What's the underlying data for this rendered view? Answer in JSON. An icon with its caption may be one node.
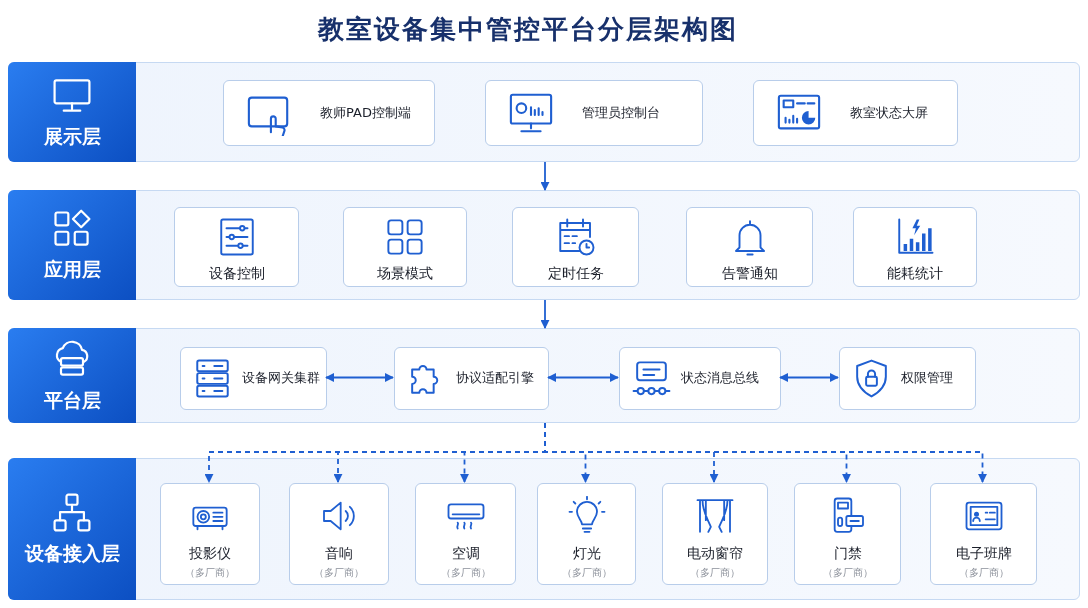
{
  "diagram": {
    "title": "教室设备集中管控平台分层架构图",
    "nodes": [
      {
        "text": [
          "展示层"
        ]
      },
      {
        "text": [
          "教师PAD控制端"
        ],
        "in": 0
      },
      {
        "text": [
          "管理员控制台"
        ],
        "in": 0
      },
      {
        "text": [
          "教室状态大屏"
        ],
        "in": 0
      },
      {
        "text": [
          "应用层"
        ]
      },
      {
        "text": [
          "设备控制"
        ],
        "in": 4
      },
      {
        "text": [
          "场景模式"
        ],
        "in": 4
      },
      {
        "text": [
          "定时任务"
        ],
        "in": 4
      },
      {
        "text": [
          "告警通知"
        ],
        "in": 4
      },
      {
        "text": [
          "能耗统计"
        ],
        "in": 4
      },
      {
        "text": [
          "平台层"
        ]
      },
      {
        "text": [
          "设备网关集群"
        ],
        "in": 10
      },
      {
        "text": [
          "协议适配引擎"
        ],
        "in": 10
      },
      {
        "text": [
          "状态消息总线"
        ],
        "in": 10
      },
      {
        "text": [
          "权限管理"
        ],
        "in": 10
      },
      {
        "text": [
          "设备接入层"
        ]
      },
      {
        "text": [
          "投影仪",
          "（多厂商）"
        ],
        "in": 15
      },
      {
        "text": [
          "音响",
          "（多厂商）"
        ],
        "in": 15
      },
      {
        "text": [
          "空调",
          "（多厂商）"
        ],
        "in": 15
      },
      {
        "text": [
          "灯光",
          "（多厂商）"
        ],
        "in": 15
      },
      {
        "text": [
          "电动窗帘",
          "（多厂商）"
        ],
        "in": 15
      },
      {
        "text": [
          "门禁",
          "（多厂商）"
        ],
        "in": 15
      },
      {
        "text": [
          "电子班牌",
          "（多厂商）"
        ],
        "in": 15
      }
    ],
    "edges": [
      {
        "from": 0,
        "to": 4,
        "arrow": "to"
      },
      {
        "from": 4,
        "to": 10,
        "arrow": "to"
      },
      {
        "from": 11,
        "to": 12,
        "arrow": "both"
      },
      {
        "from": 12,
        "to": 13,
        "arrow": "both"
      },
      {
        "from": 13,
        "to": 14,
        "arrow": "both"
      },
      {
        "from": 10,
        "to": 16,
        "arrow": "to",
        "style": "dashed"
      },
      {
        "from": 10,
        "to": 17,
        "arrow": "to",
        "style": "dashed"
      },
      {
        "from": 10,
        "to": 18,
        "arrow": "to",
        "style": "dashed"
      },
      {
        "from": 10,
        "to": 19,
        "arrow": "to",
        "style": "dashed"
      },
      {
        "from": 10,
        "to": 20,
        "arrow": "to",
        "style": "dashed"
      },
      {
        "from": 10,
        "to": 21,
        "arrow": "to",
        "style": "dashed"
      },
      {
        "from": 10,
        "to": 22,
        "arrow": "to",
        "style": "dashed"
      }
    ]
  }
}
